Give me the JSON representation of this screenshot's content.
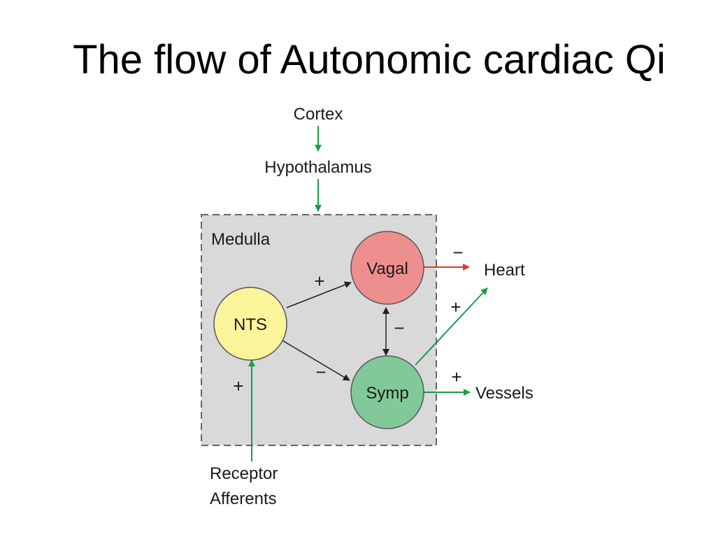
{
  "title": "The flow of Autonomic cardiac Qi",
  "diagram": {
    "labels": {
      "cortex": "Cortex",
      "hypothalamus": "Hypothalamus",
      "medulla": "Medulla",
      "heart": "Heart",
      "vessels": "Vessels",
      "receptor_line1": "Receptor",
      "receptor_line2": "Afferents"
    },
    "nodes": {
      "nts": "NTS",
      "vagal": "Vagal",
      "symp": "Symp"
    },
    "signs": {
      "nts_to_vagal": "+",
      "nts_to_symp": "−",
      "vagal_symp": "−",
      "vagal_to_heart": "−",
      "symp_to_heart": "+",
      "symp_to_vessels": "+",
      "afferents_to_nts": "+"
    },
    "colors": {
      "green_arrow": "#1a9a4a",
      "red_arrow": "#e03a2a",
      "black_arrow": "#222222",
      "medulla_fill": "#d9d9d9",
      "nts_fill": "#fbf49a",
      "vagal_fill": "#ee8f8f",
      "symp_fill": "#82c99a"
    }
  }
}
